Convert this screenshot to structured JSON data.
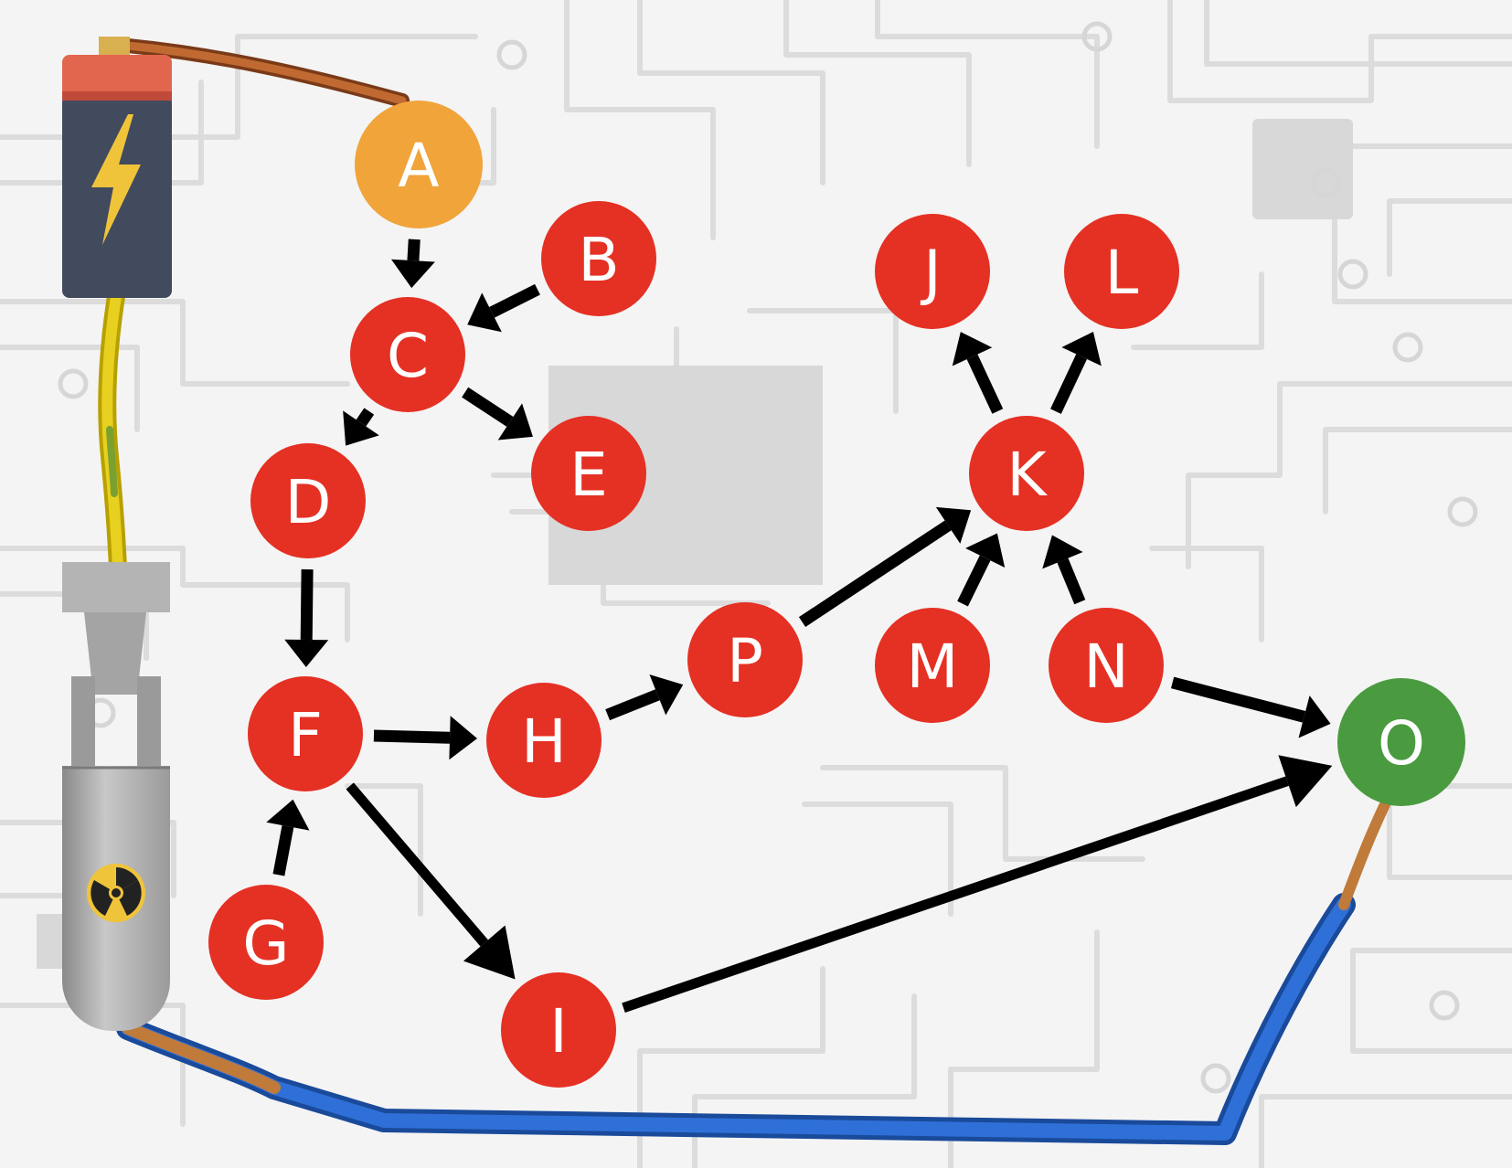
{
  "colors": {
    "node_default": "#e53024",
    "node_start": "#f0a43a",
    "node_end": "#4a9a40",
    "label": "#ffffff",
    "arrow": "#000000",
    "circuit_trace": "#dcdcdc",
    "background": "#f4f4f4"
  },
  "graph": {
    "start": "A",
    "end": "O",
    "nodes": [
      {
        "id": "A",
        "label": "A",
        "role": "start"
      },
      {
        "id": "B",
        "label": "B",
        "role": "normal"
      },
      {
        "id": "C",
        "label": "C",
        "role": "normal"
      },
      {
        "id": "D",
        "label": "D",
        "role": "normal"
      },
      {
        "id": "E",
        "label": "E",
        "role": "normal"
      },
      {
        "id": "F",
        "label": "F",
        "role": "normal"
      },
      {
        "id": "G",
        "label": "G",
        "role": "normal"
      },
      {
        "id": "H",
        "label": "H",
        "role": "normal"
      },
      {
        "id": "I",
        "label": "I",
        "role": "normal"
      },
      {
        "id": "J",
        "label": "J",
        "role": "normal"
      },
      {
        "id": "K",
        "label": "K",
        "role": "normal"
      },
      {
        "id": "L",
        "label": "L",
        "role": "normal"
      },
      {
        "id": "M",
        "label": "M",
        "role": "normal"
      },
      {
        "id": "N",
        "label": "N",
        "role": "normal"
      },
      {
        "id": "O",
        "label": "O",
        "role": "end"
      },
      {
        "id": "P",
        "label": "P",
        "role": "normal"
      }
    ],
    "edges": [
      {
        "from": "A",
        "to": "C"
      },
      {
        "from": "B",
        "to": "C"
      },
      {
        "from": "C",
        "to": "D"
      },
      {
        "from": "C",
        "to": "E"
      },
      {
        "from": "D",
        "to": "F"
      },
      {
        "from": "G",
        "to": "F"
      },
      {
        "from": "F",
        "to": "H"
      },
      {
        "from": "F",
        "to": "I"
      },
      {
        "from": "H",
        "to": "P"
      },
      {
        "from": "P",
        "to": "K"
      },
      {
        "from": "M",
        "to": "K"
      },
      {
        "from": "N",
        "to": "K"
      },
      {
        "from": "K",
        "to": "J"
      },
      {
        "from": "K",
        "to": "L"
      },
      {
        "from": "N",
        "to": "O"
      },
      {
        "from": "I",
        "to": "O"
      }
    ]
  },
  "icons": {
    "battery": "battery-icon",
    "bolt": "lightning-bolt-icon",
    "bomb": "nuclear-bomb-icon",
    "radiation": "radiation-icon"
  }
}
